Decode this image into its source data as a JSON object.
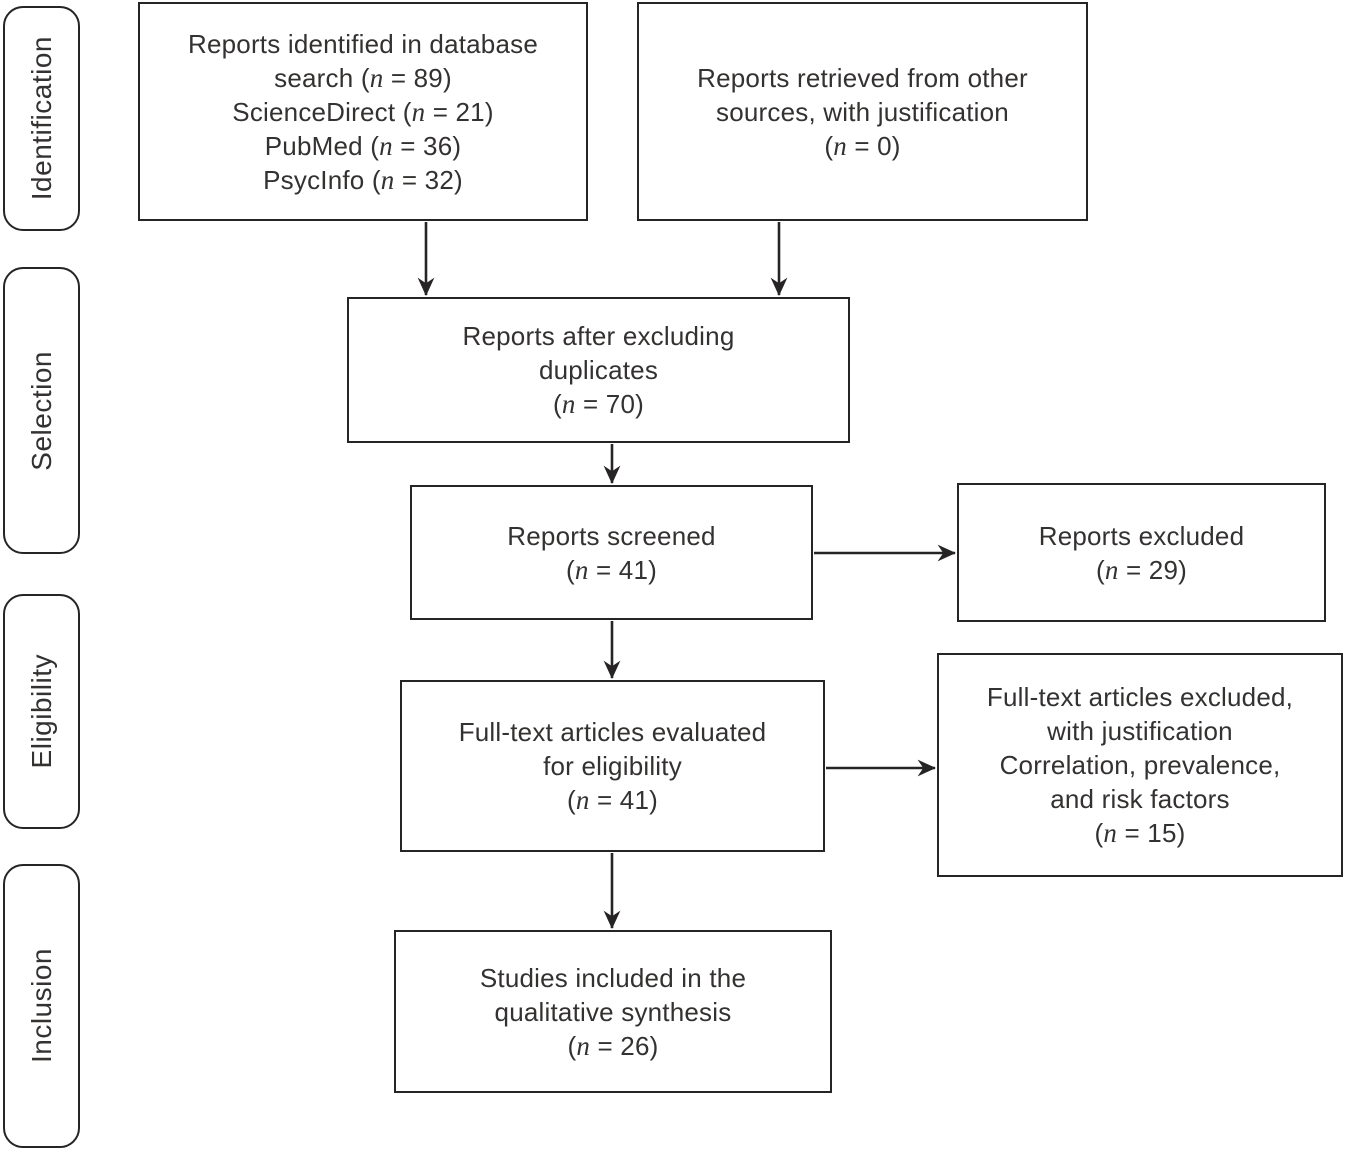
{
  "figure": {
    "kind": "prisma-flow-diagram",
    "colors": {
      "background": "#ffffff",
      "line": "#262424",
      "text": "#343231"
    },
    "stages": [
      {
        "label": "Identification"
      },
      {
        "label": "Selection"
      },
      {
        "label": "Eligibility"
      },
      {
        "label": "Inclusion"
      }
    ],
    "boxes": [
      {
        "name": "reports-identified",
        "text": "Reports identified in database\nsearch (n = 89)\nScienceDirect (n = 21)\nPubMed (n = 36)\nPsycInfo (n = 32)",
        "n": 89,
        "sub_counts": {
          "ScienceDirect": 21,
          "PubMed": 36,
          "PsycInfo": 32
        }
      },
      {
        "name": "reports-other-sources",
        "text": "Reports retrieved from other\nsources, with justification\n(n = 0)",
        "n": 0
      },
      {
        "name": "reports-after-duplicates",
        "text": "Reports after excluding\nduplicates\n(n = 70)",
        "n": 70
      },
      {
        "name": "reports-screened",
        "text": "Reports screened\n(n = 41)",
        "n": 41
      },
      {
        "name": "reports-excluded",
        "text": "Reports excluded\n(n = 29)",
        "n": 29
      },
      {
        "name": "fulltext-evaluated",
        "text": "Full-text articles evaluated\nfor eligibility\n(n = 41)",
        "n": 41
      },
      {
        "name": "fulltext-excluded",
        "text": "Full-text articles excluded,\nwith justification\nCorrelation, prevalence,\nand risk factors\n(n = 15)",
        "n": 15
      },
      {
        "name": "studies-included",
        "text": "Studies included in the\nqualitative synthesis\n(n = 26)",
        "n": 26
      }
    ]
  }
}
